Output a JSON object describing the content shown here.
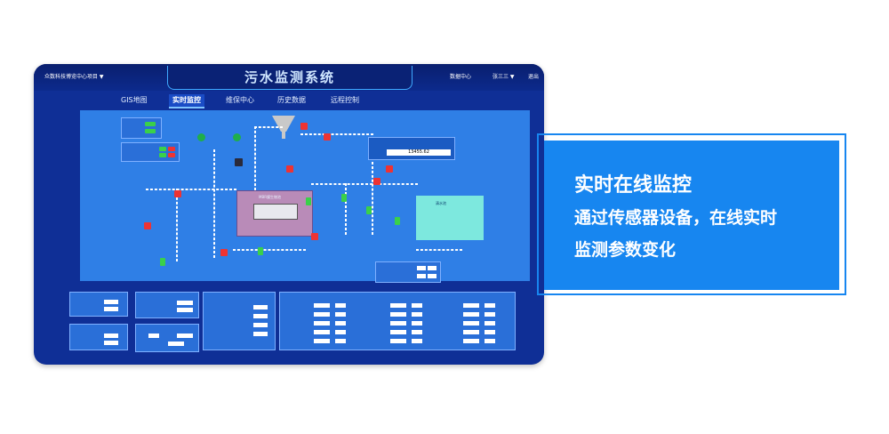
{
  "app": {
    "title": "污水监测系统",
    "project": "众数科技博览中心项目 ▼",
    "right_items": [
      "数据中心",
      "张三三 ▼",
      "退出"
    ]
  },
  "nav": {
    "tabs": [
      "GIS地图",
      "实时监控",
      "维保中心",
      "历史数据",
      "远程控制"
    ],
    "active": "实时监控"
  },
  "process": {
    "readout_value": "13455.62",
    "tank_label_left": "MBR膜生物池",
    "tank_label_right": "清水池"
  },
  "promo": {
    "heading": "实时在线监控",
    "line1": "通过传感器设备，在线实时",
    "line2": "监测参数变化"
  },
  "colors": {
    "screen_bg": "#0f2f96",
    "process_bg": "#2f7fe6",
    "card_bg": "#1786f0",
    "tank_mbr": "#b98bb8",
    "tank_clear": "#7de8de",
    "running": "#3ad04a",
    "stopped": "#e33333"
  }
}
